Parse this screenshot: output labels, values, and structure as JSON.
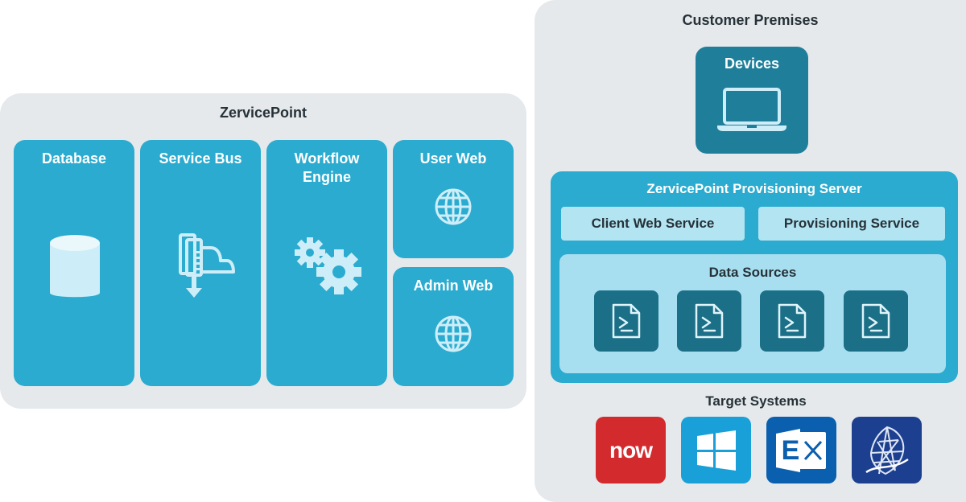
{
  "colors": {
    "panel_bg": "#e5e9ec",
    "card": "#2aabcf",
    "card_dark": "#1f7f9b",
    "light_pill": "#b3e4f2",
    "servicenow": "#d32a2e",
    "windows": "#1aa0d8",
    "exchange": "#0a5fae",
    "sql": "#1c3f8f"
  },
  "left": {
    "title": "ZervicePoint",
    "components": [
      {
        "label": "Database",
        "icon": "database-icon"
      },
      {
        "label": "Service Bus",
        "icon": "service-bus-icon"
      },
      {
        "label": "Workflow\nEngine",
        "icon": "gears-icon"
      },
      {
        "label": "User Web",
        "icon": "globe-icon"
      },
      {
        "label": "Admin Web",
        "icon": "globe-icon"
      }
    ]
  },
  "right": {
    "title": "Customer Premises",
    "devices": {
      "label": "Devices",
      "icon": "laptop-icon"
    },
    "server": {
      "title": "ZervicePoint Provisioning Server",
      "client_web": "Client Web Service",
      "provisioning": "Provisioning Service",
      "data_sources": {
        "title": "Data Sources",
        "items": [
          "powershell-script-icon",
          "powershell-script-icon",
          "powershell-script-icon",
          "powershell-script-icon"
        ]
      }
    },
    "targets": {
      "title": "Target Systems",
      "items": [
        {
          "name": "servicenow-logo",
          "text": "now"
        },
        {
          "name": "windows-logo"
        },
        {
          "name": "exchange-logo",
          "text": "E"
        },
        {
          "name": "sql-server-logo"
        }
      ]
    }
  }
}
